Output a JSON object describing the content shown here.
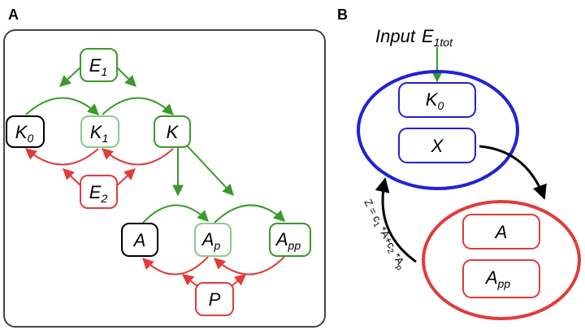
{
  "panels": {
    "a": {
      "letter": "A"
    },
    "b": {
      "letter": "B"
    }
  },
  "colors": {
    "green": "#3a9a2a",
    "light_green": "#8cc98a",
    "red": "#e23b3b",
    "blue": "#1f22d6",
    "black": "#000000",
    "frame": "#444444"
  },
  "panel_a": {
    "e1": {
      "main": "E",
      "sub": "1"
    },
    "k0": {
      "main": "K",
      "sub": "0"
    },
    "k1": {
      "main": "K",
      "sub": "1"
    },
    "k": {
      "main": "K",
      "sub": ""
    },
    "e2": {
      "main": "E",
      "sub": "2"
    },
    "a": {
      "main": "A",
      "sub": ""
    },
    "ap": {
      "main": "A",
      "sub": "p"
    },
    "app": {
      "main": "A",
      "sub": "pp"
    },
    "p": {
      "main": "P",
      "sub": ""
    }
  },
  "panel_b": {
    "input": {
      "text": "Input",
      "main": "E",
      "sub": "1tot"
    },
    "k0": {
      "main": "K",
      "sub": "0"
    },
    "x": {
      "main": "X",
      "sub": ""
    },
    "a": {
      "main": "A",
      "sub": ""
    },
    "app": {
      "main": "A",
      "sub": "pp"
    },
    "z_formula": {
      "p1": "Z = c",
      "s1": "1",
      "p2": " *A+c",
      "s2": "2",
      "p3": " *A",
      "s3": "p"
    }
  }
}
